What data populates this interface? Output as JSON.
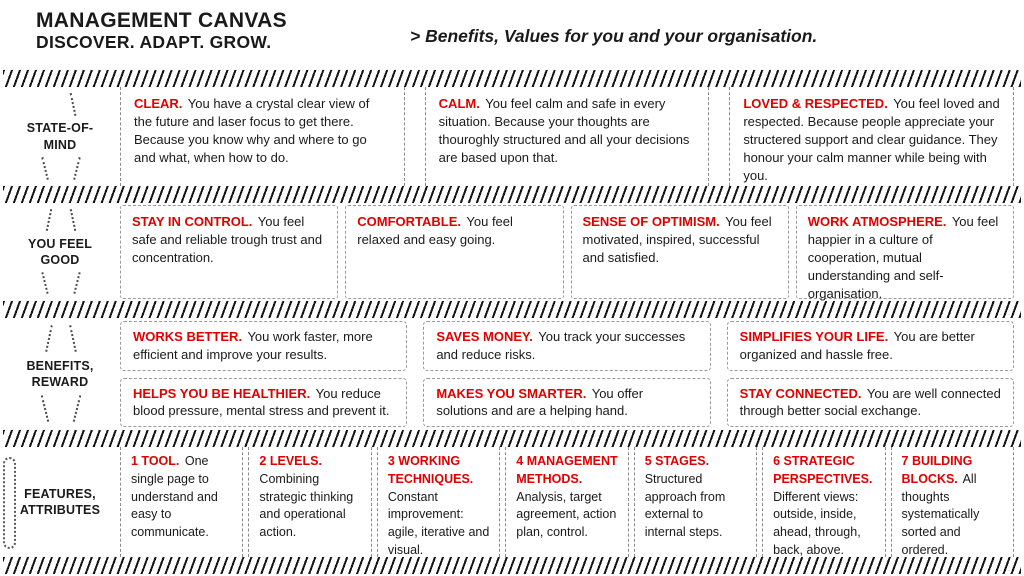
{
  "header": {
    "title": "MANAGEMENT CANVAS",
    "subtitle": "DISCOVER. ADAPT. GROW.",
    "tagline": "> Benefits, Values for you and your organisation."
  },
  "colors": {
    "accent": "#e00000",
    "ink": "#1a1a1a",
    "dash_border": "#9a9a9a"
  },
  "rows": [
    {
      "label": [
        "STATE-OF-",
        "MIND"
      ],
      "cards": [
        {
          "title": "CLEAR.",
          "text": "You have a crystal clear view of the future and laser focus to get there. Because you know why and where to go and what, when how to do."
        },
        {
          "title": "CALM.",
          "text": "You feel calm and safe in every situation. Because your thoughts are thouroghly structured and all your decisions are based upon that."
        },
        {
          "title": "LOVED & RESPECTED.",
          "text": "You feel loved and respected. Because people appreciate your structered support and clear guidance. They honour your calm manner while being with you."
        }
      ]
    },
    {
      "label": [
        "YOU FEEL",
        "GOOD"
      ],
      "cards": [
        {
          "title": "STAY IN CONTROL.",
          "text": "You feel safe and reliable trough trust and concentration."
        },
        {
          "title": "COMFORTABLE.",
          "text": "You feel relaxed and easy going."
        },
        {
          "title": "SENSE OF OPTIMISM.",
          "text": "You feel motivated, inspired, successful and satisfied."
        },
        {
          "title": "WORK ATMOSPHERE.",
          "text": "You feel happier in a culture of cooperation, mutual understanding and self-organisation."
        }
      ]
    },
    {
      "label": [
        "BENEFITS,",
        "REWARD"
      ],
      "cards": [
        {
          "title": "WORKS BETTER.",
          "text": "You work faster, more efficient and improve your results."
        },
        {
          "title": "SAVES MONEY.",
          "text": "You track your successes and reduce risks."
        },
        {
          "title": "SIMPLIFIES YOUR LIFE.",
          "text": "You are better organized and hassle free."
        },
        {
          "title": "HELPS YOU BE HEALTHIER.",
          "text": "You reduce blood pressure, mental stress and prevent it."
        },
        {
          "title": "MAKES YOU SMARTER.",
          "text": "You offer solutions and are a helping hand."
        },
        {
          "title": "STAY CONNECTED.",
          "text": "You are well connected through better social exchange."
        }
      ]
    },
    {
      "label": [
        "FEATURES,",
        "ATTRIBUTES"
      ],
      "cards": [
        {
          "title": "1 TOOL.",
          "text": "One single page to understand and easy to communicate."
        },
        {
          "title": "2 LEVELS.",
          "text": "Combining strategic thinking and operational action."
        },
        {
          "title": "3 WORKING TECHNIQUES.",
          "text": "Constant improvement: agile, iterative and visual."
        },
        {
          "title": "4 MANAGEMENT METHODS.",
          "text": "Analysis, target agreement, action plan, control."
        },
        {
          "title": "5 STAGES.",
          "text": "Structured approach from external to internal steps."
        },
        {
          "title": "6 STRATEGIC PERSPECTIVES.",
          "text": "Different views: outside, inside, ahead, through, back, above."
        },
        {
          "title": "7 BUILDING BLOCKS.",
          "text": "All thoughts systematically sorted and ordered."
        }
      ]
    }
  ]
}
